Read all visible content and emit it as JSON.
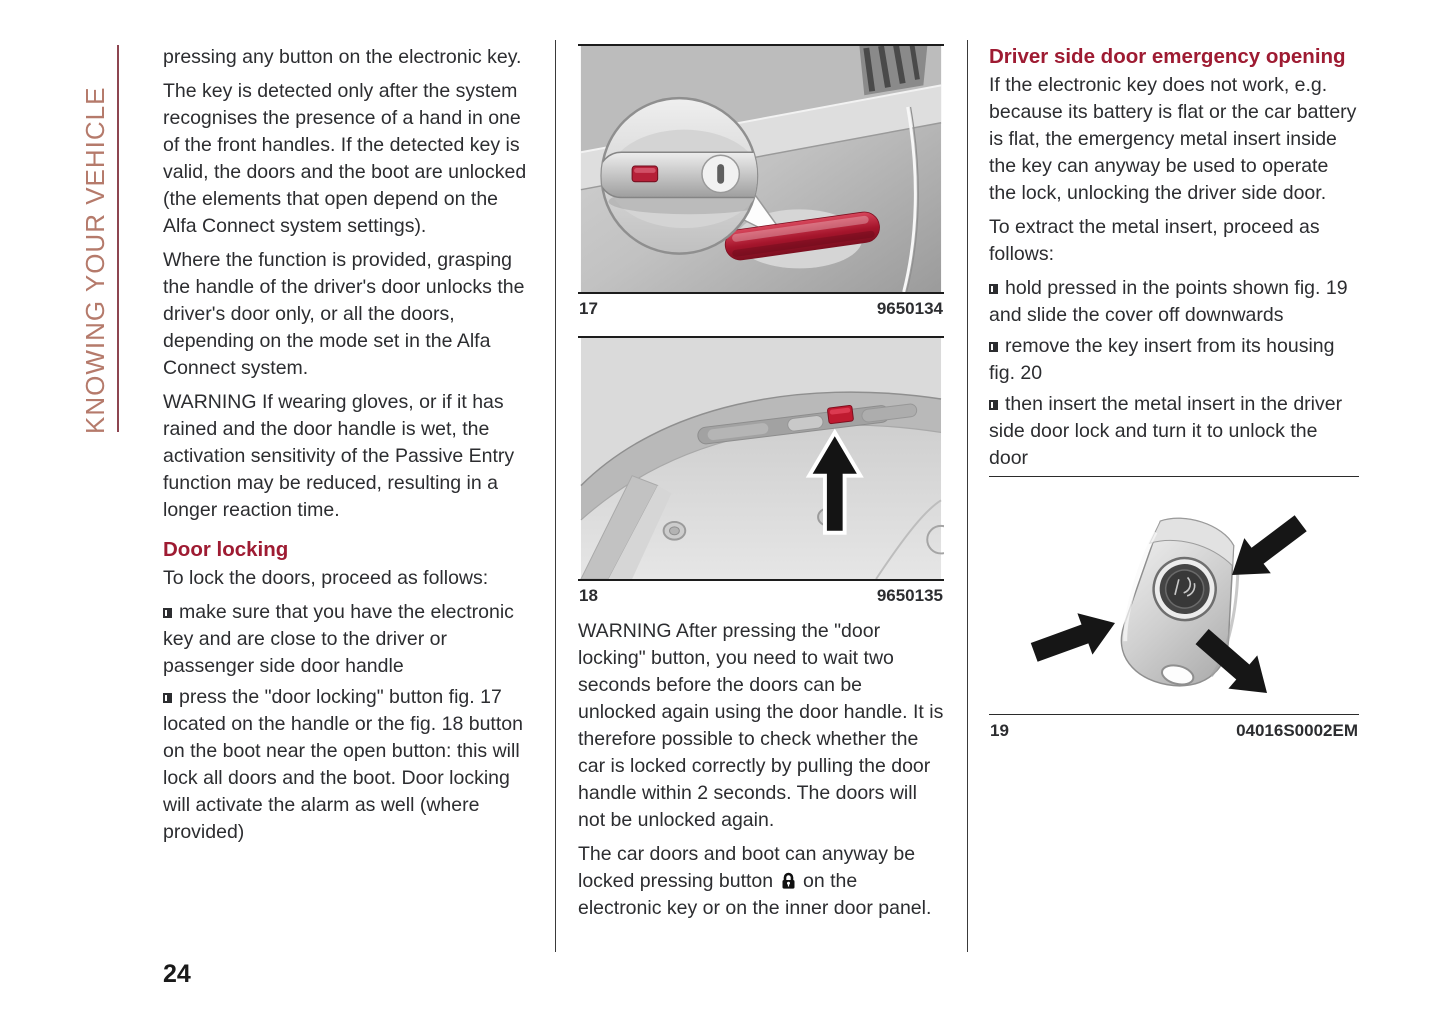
{
  "page": {
    "number": "24"
  },
  "sidebar": {
    "label": "KNOWING YOUR VEHICLE"
  },
  "colors": {
    "heading_red": "#9e1b32",
    "sidebar_text": "#b57a6b",
    "sidebar_line": "#8d4550",
    "body_text": "#2c2d30",
    "figure_red": "#bf1a30"
  },
  "icons": {
    "bullet": "square-outline-thick-right",
    "lock": "padlock"
  },
  "column1": {
    "paragraphs": [
      "pressing any button on the electronic key.",
      "The key is detected only after the system recognises the presence of a hand in one of the front handles. If the detected key is valid, the doors and the boot are unlocked (the elements that open depend on the Alfa Connect system settings).",
      "Where the function is provided, grasping the handle of the driver's door unlocks the driver's door only, or all the doors, depending on the mode set in the Alfa Connect system.",
      "WARNING If wearing gloves, or if it has rained and the door handle is wet, the activation sensitivity of the Passive Entry function may be reduced, resulting in a longer reaction time."
    ],
    "section_heading": "Door locking",
    "intro": "To lock the doors, proceed as follows:",
    "bullets": [
      "make sure that you have the electronic key and are close to the driver or passenger side door handle",
      "press the \"door locking\" button fig. 17 located on the handle or the fig. 18 button on the boot near the open button: this will lock all doors and the boot. Door locking will activate the alarm as well (where provided)"
    ]
  },
  "column2": {
    "figures": [
      {
        "number": "17",
        "code": "9650134"
      },
      {
        "number": "18",
        "code": "9650135"
      }
    ],
    "warning": "WARNING After pressing the \"door locking\" button, you need to wait two seconds before the doors can be unlocked again using the door handle. It is therefore possible to check whether the car is locked correctly by pulling the door handle within 2 seconds. The doors will not be unlocked again.",
    "lock_sentence_before": "The car doors and boot can anyway be locked pressing button",
    "lock_sentence_after": "on the electronic key or on the inner door panel."
  },
  "column3": {
    "heading": "Driver side door emergency opening",
    "paragraphs": [
      "If the electronic key does not work, e.g. because its battery is flat or the car battery is flat, the emergency metal insert inside the key can anyway be used to operate the lock, unlocking the driver side door.",
      "To extract the metal insert, proceed as follows:"
    ],
    "bullets": [
      "hold pressed in the points shown fig. 19 and slide the cover off downwards",
      "remove the key insert from its housing fig. 20",
      "then insert the metal insert in the driver side door lock and turn it to unlock the door"
    ],
    "figure": {
      "number": "19",
      "code": "04016S0002EM"
    }
  }
}
